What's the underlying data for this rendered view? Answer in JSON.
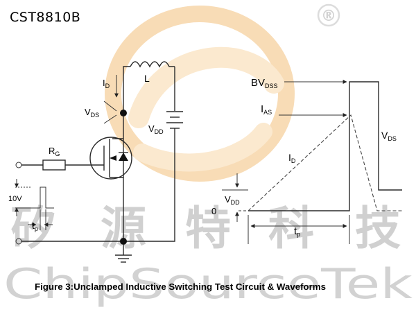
{
  "part_number": "CST8810B",
  "watermark": {
    "registered_mark": "®",
    "chinese": [
      "矽",
      "源",
      "特",
      "科",
      "技"
    ],
    "english": "ChipSourceTek",
    "logo_colors": {
      "outer": "#f8dcb6",
      "inner": "#fbe9cf"
    },
    "text_color": "#d2d2d2"
  },
  "circuit": {
    "id_label": "I",
    "id_sub": "D",
    "inductor_label": "L",
    "vds_label": "V",
    "vds_sub": "DS",
    "vdd_label": "V",
    "vdd_sub": "DD",
    "rg_label": "R",
    "rg_sub": "G",
    "pulse_amplitude": "10V",
    "tp_label": "t",
    "tp_sub": "p"
  },
  "waveform": {
    "bvdss_label": "BV",
    "bvdss_sub": "DSS",
    "ias_label": "I",
    "ias_sub": "AS",
    "id_label": "I",
    "id_sub": "D",
    "vds_label": "V",
    "vds_sub": "DS",
    "vdd_label": "V",
    "vdd_sub": "DD",
    "zero_label": "0",
    "tp_label": "t",
    "tp_sub": "p"
  },
  "caption": "Figure 3:Unclamped Inductive Switching Test Circuit & Waveforms"
}
